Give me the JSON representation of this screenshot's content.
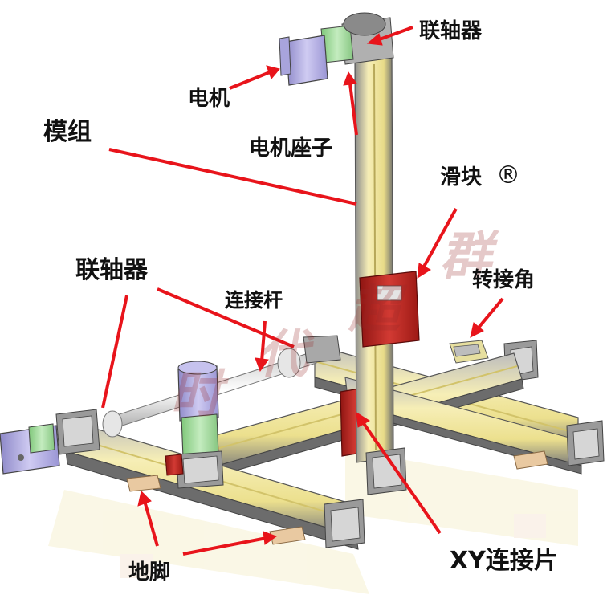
{
  "labels": {
    "coupling_top": "联轴器",
    "motor": "电机",
    "module": "模组",
    "motor_seat": "电机座子",
    "slider": "滑块",
    "registered_mark": "®",
    "coupling_left": "联轴器",
    "connecting_rod": "连接杆",
    "corner_connector": "转接角",
    "foot": "地脚",
    "xy_plate": "XY连接片"
  },
  "watermark": [
    "时",
    "代",
    "超",
    "群"
  ],
  "colors": {
    "arrow": "#e8141b",
    "rail_yellow": "#f4ecb0",
    "rail_grey": "#8e8e8e",
    "motor_purple": "#b8b4e6",
    "motor_green": "#a9dca3",
    "plate_red": "#c2211d",
    "foot_tan": "#e9c9a1"
  }
}
